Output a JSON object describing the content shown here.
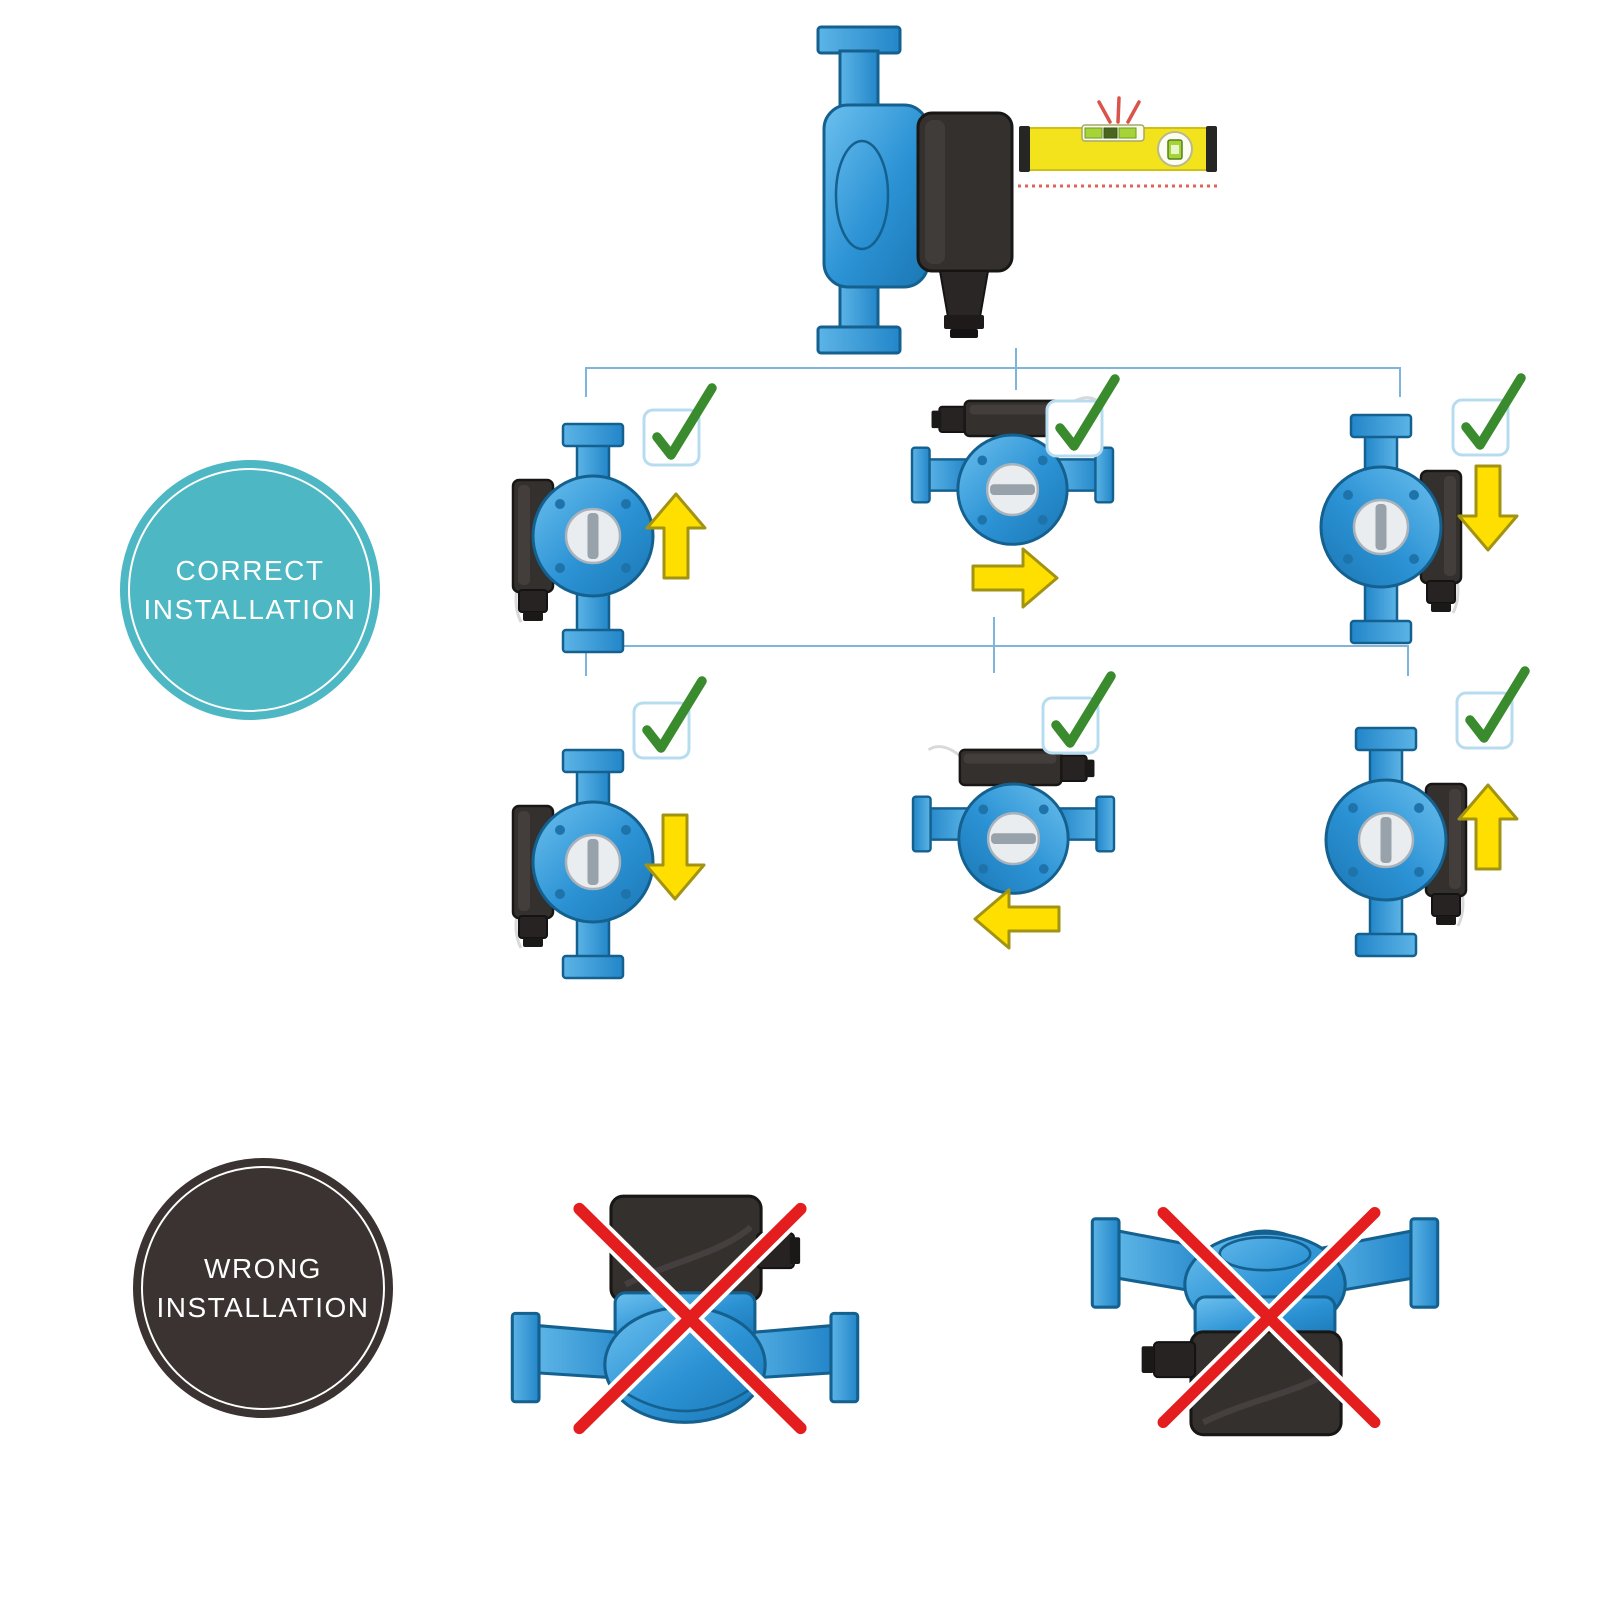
{
  "canvas": {
    "background": "#ffffff"
  },
  "colors": {
    "pump_blue": "#2b92d4",
    "pump_blue_dark": "#14608f",
    "motor_dark": "#34302e",
    "screw_silver": "#e9edf0",
    "arrow_yellow": "#ffdf00",
    "arrow_outline": "#a39312",
    "check_green": "#3a8a2e",
    "checkbox_border": "#b8dcef",
    "cross_red": "#e41e1e",
    "connector_line_blue": "#7fb5dc",
    "level_yellow": "#f3e31c",
    "level_vial_green": "#a6d438",
    "level_mark_red": "#d9544b",
    "badge_correct_teal": "#4db7c3",
    "badge_wrong_charcoal": "#3a3331"
  },
  "correct_badge": {
    "line1": "CORRECT",
    "line2": "INSTALLATION"
  },
  "wrong_badge": {
    "line1": "WRONG",
    "line2": "INSTALLATION"
  },
  "hero": {
    "icon": "circulation-pump-side-view",
    "level_icon": "spirit-level"
  },
  "icons": {
    "checkmark": "✓",
    "cross": "✕",
    "arrow_up": "↑",
    "arrow_down": "↓",
    "arrow_left": "←",
    "arrow_right": "→"
  },
  "correct_rows": [
    {
      "items": [
        {
          "pump": "vertical-pipes-motor-left",
          "status": "check",
          "flow": "up"
        },
        {
          "pump": "horizontal-pipes-motor-top",
          "status": "check",
          "flow": "right"
        },
        {
          "pump": "vertical-pipes-motor-right",
          "status": "check",
          "flow": "down"
        }
      ]
    },
    {
      "items": [
        {
          "pump": "vertical-pipes-motor-left",
          "status": "check",
          "flow": "down"
        },
        {
          "pump": "horizontal-pipes-motor-top",
          "status": "check",
          "flow": "left"
        },
        {
          "pump": "vertical-pipes-motor-right",
          "status": "check",
          "flow": "up"
        }
      ]
    }
  ],
  "wrong_items": [
    {
      "pump": "horizontal-pipes-motor-up",
      "status": "cross"
    },
    {
      "pump": "horizontal-pipes-motor-down",
      "status": "cross"
    }
  ]
}
